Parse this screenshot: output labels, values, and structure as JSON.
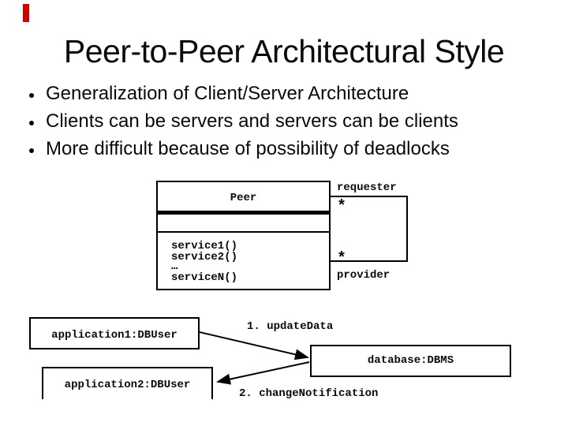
{
  "slide": {
    "title": "Peer-to-Peer Architectural Style",
    "bullets": [
      "Generalization of Client/Server Architecture",
      "Clients can be servers and servers can be clients",
      "More difficult because of possibility of deadlocks"
    ]
  },
  "colors": {
    "accent_red": "#d40000",
    "text": "#000000",
    "background": "#ffffff"
  },
  "class_diagram": {
    "class_name": "Peer",
    "operations": [
      "service1()",
      "service2()",
      "…",
      "serviceN()"
    ],
    "association": {
      "requester_role": "requester",
      "requester_multiplicity": "*",
      "provider_multiplicity": "*",
      "provider_role": "provider"
    }
  },
  "object_diagram": {
    "objects": {
      "application1": "application1:DBUser",
      "application2": "application2:DBUser",
      "database": "database:DBMS"
    },
    "messages": {
      "update": "1. updateData",
      "notification": "2. changeNotification"
    }
  }
}
